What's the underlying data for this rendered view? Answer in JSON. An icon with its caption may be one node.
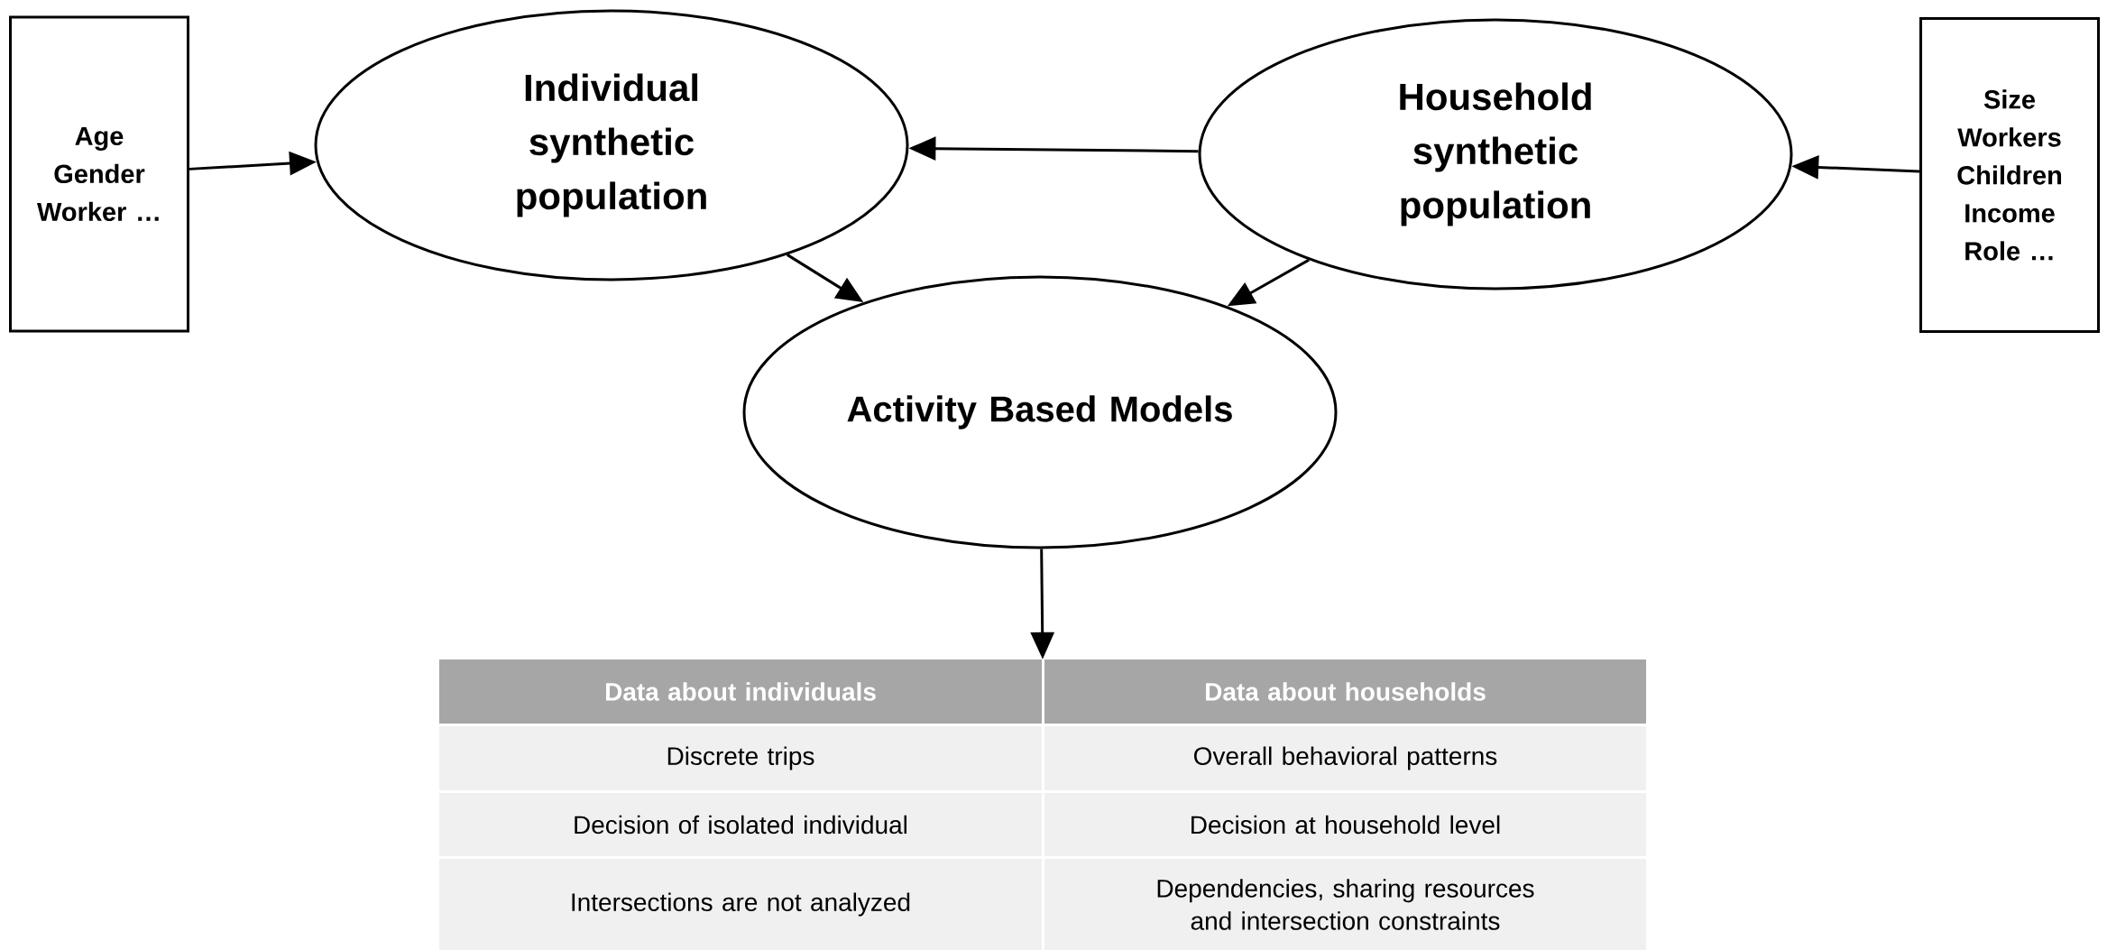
{
  "diagram": {
    "nodes": [
      {
        "text": [
          "Age Gender Worker …"
        ]
      },
      {
        "text": [
          "Individual synthetic population"
        ]
      },
      {
        "text": [
          "Household synthetic population"
        ]
      },
      {
        "text": [
          "Size Workers Children Income Role …"
        ]
      },
      {
        "text": [
          "Activity Based Models"
        ]
      },
      {
        "text": [
          "Data about individuals",
          "Data about households",
          "Discrete trips",
          "Overall behavioral patterns",
          "Decision of isolated individual",
          "Decision at household level",
          "Intersections are not analyzed",
          "Dependencies, sharing resources and intersection constraints"
        ]
      }
    ],
    "edges": [
      {
        "from": 0,
        "to": 1,
        "arrow": "to"
      },
      {
        "from": 2,
        "to": 1,
        "arrow": "to"
      },
      {
        "from": 3,
        "to": 2,
        "arrow": "to"
      },
      {
        "from": 1,
        "to": 4,
        "arrow": "to"
      },
      {
        "from": 2,
        "to": 4,
        "arrow": "to"
      },
      {
        "from": 4,
        "to": 5,
        "arrow": "to"
      }
    ]
  }
}
